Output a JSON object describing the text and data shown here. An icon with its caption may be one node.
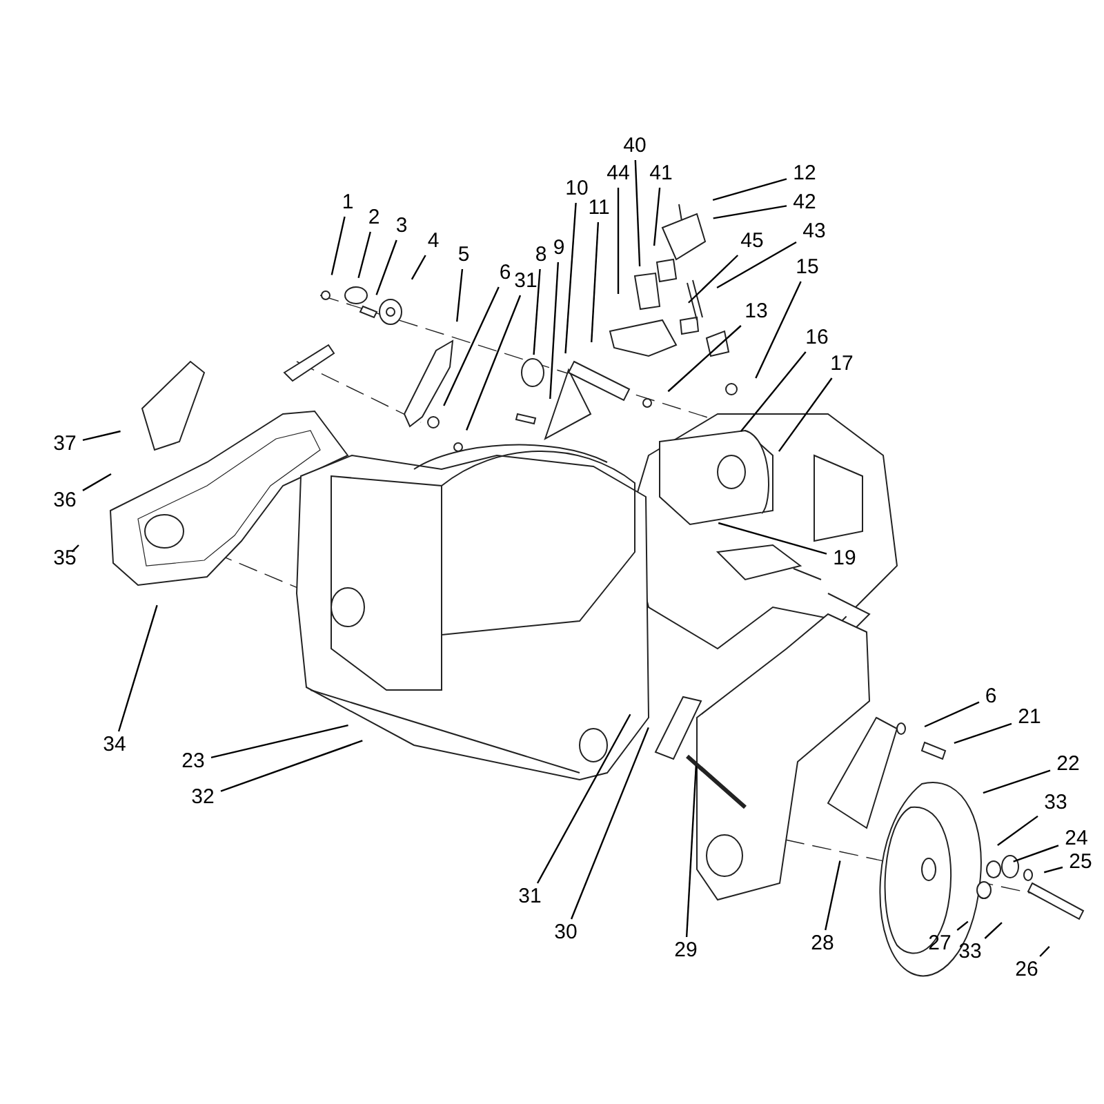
{
  "diagram": {
    "nodes": [
      {
        "text": [
          "40"
        ]
      },
      {
        "text": [
          "44"
        ]
      },
      {
        "text": [
          "41"
        ]
      },
      {
        "text": [
          "12"
        ]
      },
      {
        "text": [
          "10"
        ]
      },
      {
        "text": [
          "1"
        ]
      },
      {
        "text": [
          "42"
        ]
      },
      {
        "text": [
          "11"
        ]
      },
      {
        "text": [
          "2"
        ]
      },
      {
        "text": [
          "3"
        ]
      },
      {
        "text": [
          "43"
        ]
      },
      {
        "text": [
          "4"
        ]
      },
      {
        "text": [
          "45"
        ]
      },
      {
        "text": [
          "9"
        ]
      },
      {
        "text": [
          "5"
        ]
      },
      {
        "text": [
          "8"
        ]
      },
      {
        "text": [
          "15"
        ]
      },
      {
        "text": [
          "6"
        ]
      },
      {
        "text": [
          "31"
        ]
      },
      {
        "text": [
          "13"
        ]
      },
      {
        "text": [
          "16"
        ]
      },
      {
        "text": [
          "17"
        ]
      },
      {
        "text": [
          "37"
        ]
      },
      {
        "text": [
          "36"
        ]
      },
      {
        "text": [
          "19"
        ]
      },
      {
        "text": [
          "35"
        ]
      },
      {
        "text": [
          "6"
        ]
      },
      {
        "text": [
          "21"
        ]
      },
      {
        "text": [
          "34"
        ]
      },
      {
        "text": [
          "23"
        ]
      },
      {
        "text": [
          "22"
        ]
      },
      {
        "text": [
          "32"
        ]
      },
      {
        "text": [
          "33"
        ]
      },
      {
        "text": [
          "24"
        ]
      },
      {
        "text": [
          "25"
        ]
      },
      {
        "text": [
          "31"
        ]
      },
      {
        "text": [
          "30"
        ]
      },
      {
        "text": [
          "28"
        ]
      },
      {
        "text": [
          "27"
        ]
      },
      {
        "text": [
          "29"
        ]
      },
      {
        "text": [
          "33"
        ]
      },
      {
        "text": [
          "26"
        ]
      }
    ],
    "edges": [
      {
        "from": 0,
        "to": null,
        "arrow": "none"
      },
      {
        "from": 1,
        "to": null,
        "arrow": "none"
      },
      {
        "from": 2,
        "to": null,
        "arrow": "none"
      },
      {
        "from": 3,
        "to": null,
        "arrow": "none"
      },
      {
        "from": 4,
        "to": null,
        "arrow": "none"
      },
      {
        "from": 5,
        "to": null,
        "arrow": "none"
      },
      {
        "from": 6,
        "to": null,
        "arrow": "none"
      },
      {
        "from": 7,
        "to": null,
        "arrow": "none"
      },
      {
        "from": 8,
        "to": null,
        "arrow": "none"
      },
      {
        "from": 9,
        "to": null,
        "arrow": "none"
      },
      {
        "from": 10,
        "to": null,
        "arrow": "none"
      },
      {
        "from": 11,
        "to": null,
        "arrow": "none"
      },
      {
        "from": 12,
        "to": null,
        "arrow": "none"
      },
      {
        "from": 13,
        "to": null,
        "arrow": "none"
      },
      {
        "from": 14,
        "to": null,
        "arrow": "none"
      },
      {
        "from": 15,
        "to": null,
        "arrow": "none"
      },
      {
        "from": 16,
        "to": null,
        "arrow": "none"
      },
      {
        "from": 17,
        "to": null,
        "arrow": "none"
      },
      {
        "from": 18,
        "to": null,
        "arrow": "none"
      },
      {
        "from": 19,
        "to": null,
        "arrow": "none"
      },
      {
        "from": 20,
        "to": null,
        "arrow": "none"
      },
      {
        "from": 21,
        "to": null,
        "arrow": "none"
      },
      {
        "from": 22,
        "to": null,
        "arrow": "none"
      },
      {
        "from": 23,
        "to": null,
        "arrow": "none"
      },
      {
        "from": 24,
        "to": null,
        "arrow": "none"
      },
      {
        "from": 25,
        "to": null,
        "arrow": "none"
      },
      {
        "from": 26,
        "to": null,
        "arrow": "none"
      },
      {
        "from": 27,
        "to": null,
        "arrow": "none"
      },
      {
        "from": 28,
        "to": null,
        "arrow": "none"
      },
      {
        "from": 29,
        "to": null,
        "arrow": "none"
      },
      {
        "from": 30,
        "to": null,
        "arrow": "none"
      },
      {
        "from": 31,
        "to": null,
        "arrow": "none"
      },
      {
        "from": 32,
        "to": null,
        "arrow": "none"
      },
      {
        "from": 33,
        "to": null,
        "arrow": "none"
      },
      {
        "from": 34,
        "to": null,
        "arrow": "none"
      },
      {
        "from": 35,
        "to": null,
        "arrow": "none"
      },
      {
        "from": 36,
        "to": null,
        "arrow": "none"
      },
      {
        "from": 37,
        "to": null,
        "arrow": "none"
      },
      {
        "from": 38,
        "to": null,
        "arrow": "none"
      },
      {
        "from": 39,
        "to": null,
        "arrow": "none"
      },
      {
        "from": 40,
        "to": null,
        "arrow": "none"
      },
      {
        "from": 41,
        "to": null,
        "arrow": "none"
      }
    ]
  }
}
